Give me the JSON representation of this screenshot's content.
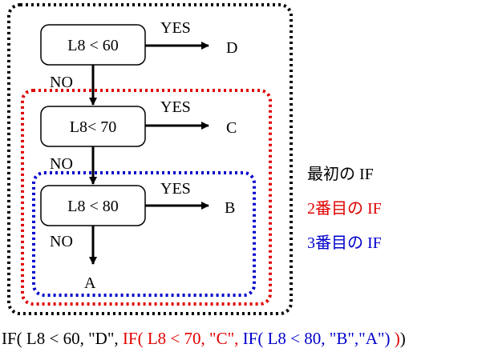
{
  "diagram": {
    "conditions": [
      {
        "text": "L8 < 60",
        "yes_label": "YES",
        "result": "D"
      },
      {
        "text": "L8< 70",
        "yes_label": "YES",
        "result": "C"
      },
      {
        "text": "L8 < 80",
        "yes_label": "YES",
        "result": "B"
      }
    ],
    "no_labels": [
      "NO",
      "NO",
      "NO"
    ],
    "final_result": "A"
  },
  "legend": {
    "first": "最初の IF",
    "second": "2番目の IF",
    "third": "3番目の IF"
  },
  "formula": {
    "outer_open": "IF( L8 < 60, \"D\", ",
    "mid_open": "IF( L8 < 70, \"C\", ",
    "inner": "IF( L8 < 80, \"B\",\"A\") ",
    "mid_close": " )",
    "outer_close": ")"
  },
  "colors": {
    "first_if": "#000000",
    "second_if": "#e00000",
    "third_if": "#0000cc"
  }
}
